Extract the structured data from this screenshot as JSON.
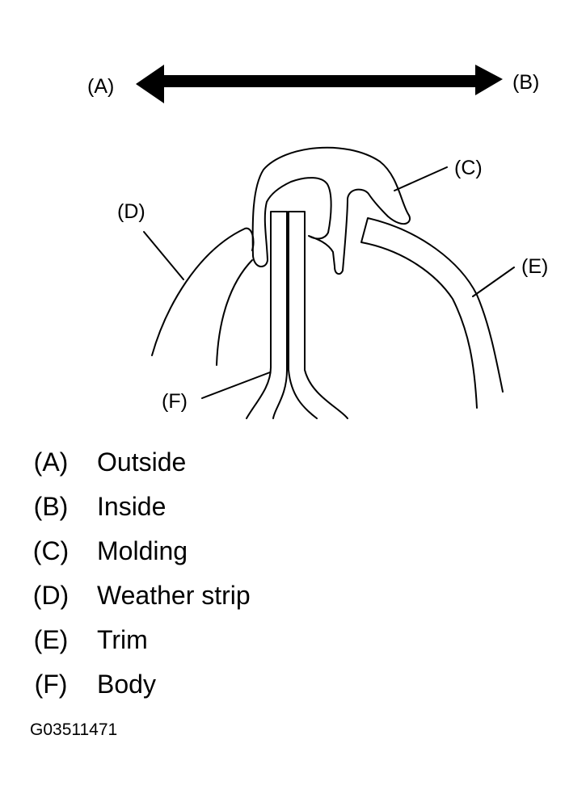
{
  "callouts": {
    "a": "(A)",
    "b": "(B)",
    "c": "(C)",
    "d": "(D)",
    "e": "(E)",
    "f": "(F)"
  },
  "legend": [
    {
      "letter": "(A)",
      "text": "Outside"
    },
    {
      "letter": "(B)",
      "text": "Inside"
    },
    {
      "letter": "(C)",
      "text": "Molding"
    },
    {
      "letter": "(D)",
      "text": "Weather strip"
    },
    {
      "letter": "(E)",
      "text": "Trim"
    },
    {
      "letter": "(F)",
      "text": "Body"
    }
  ],
  "figure_id": "G03511471"
}
